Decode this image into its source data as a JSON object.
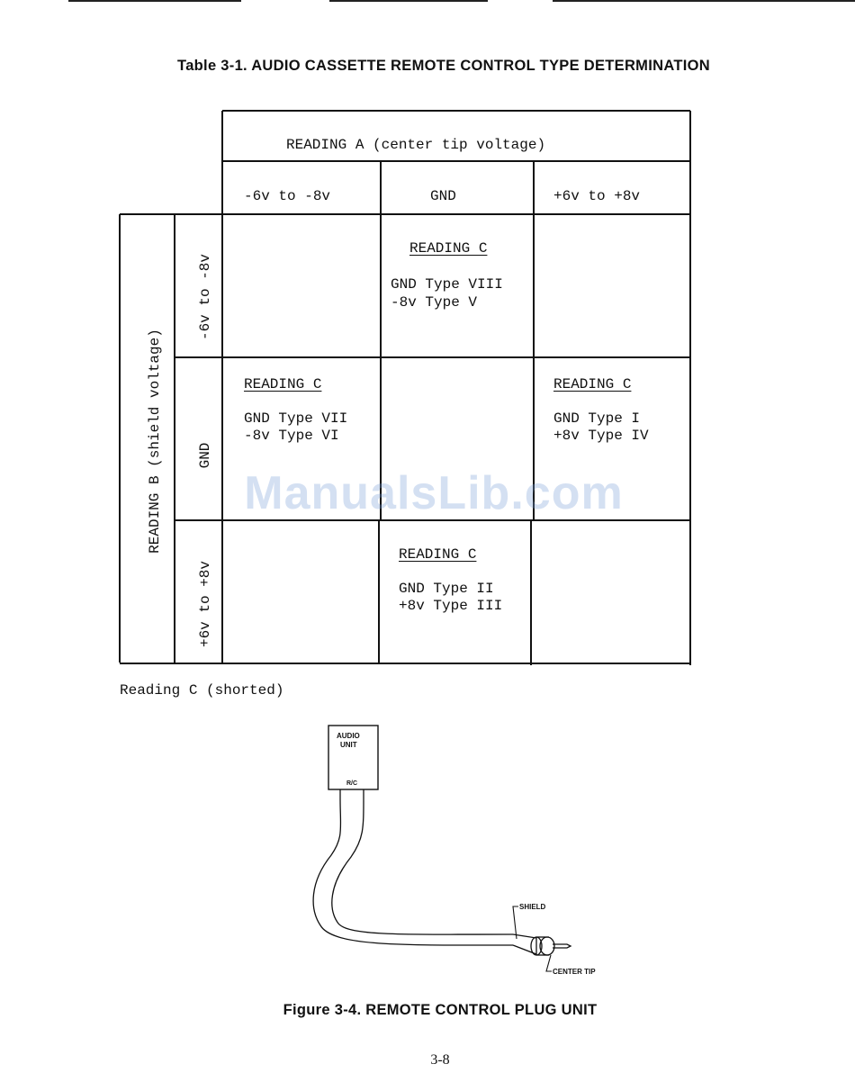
{
  "table": {
    "title": "Table 3-1.  AUDIO CASSETTE REMOTE CONTROL TYPE DETERMINATION",
    "reading_a_header": "READING A (center tip voltage)",
    "reading_a_columns": [
      "-6v to -8v",
      "GND",
      "+6v to +8v"
    ],
    "reading_b_header": "READING B (shield voltage)",
    "reading_b_rows": [
      "-6v to -8v",
      "GND",
      "+6v to +8v"
    ],
    "cells": {
      "row1_col2": {
        "heading": "READING C",
        "line1": "GND Type VIII",
        "line2": "-8v Type V"
      },
      "row2_col1": {
        "heading": "READING C",
        "line1": "GND Type VII",
        "line2": "-8v Type VI"
      },
      "row2_col3": {
        "heading": "READING C",
        "line1": "GND Type I",
        "line2": "+8v Type IV"
      },
      "row3_col2": {
        "heading": "READING C",
        "line1": "GND Type II",
        "line2": "+8v Type III"
      }
    },
    "footnote": "Reading C (shorted)"
  },
  "watermark": "ManualsLib.com",
  "figure": {
    "unit_label_line1": "AUDIO",
    "unit_label_line2": "UNIT",
    "jack_label": "R/C",
    "shield_label": "SHIELD",
    "center_tip_label": "CENTER TIP",
    "caption": "Figure 3-4.  REMOTE CONTROL PLUG UNIT"
  },
  "page_number": "3-8"
}
